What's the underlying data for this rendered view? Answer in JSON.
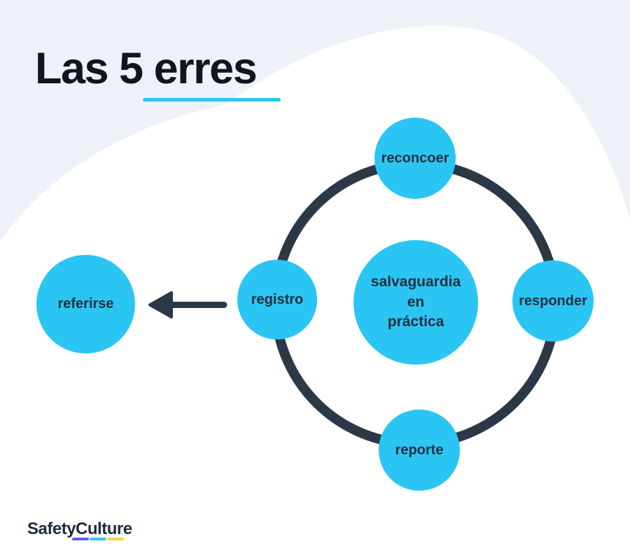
{
  "title": {
    "text": "Las 5 erres"
  },
  "diagram": {
    "center": {
      "label": "salvaguardia en práctica",
      "line1": "salvaguardia en",
      "line2": "práctica"
    },
    "nodes": [
      {
        "id": "reconcoer",
        "label": "reconcoer",
        "position": "top"
      },
      {
        "id": "responder",
        "label": "responder",
        "position": "right"
      },
      {
        "id": "reporte",
        "label": "reporte",
        "position": "bottom"
      },
      {
        "id": "registro",
        "label": "registro",
        "position": "left-on-ring"
      },
      {
        "id": "referirse",
        "label": "referirse",
        "position": "far-left"
      }
    ],
    "arrow": {
      "from": "registro",
      "to": "referirse",
      "direction": "left"
    }
  },
  "brand": {
    "name_part1": "Safety",
    "name_part2": "Culture",
    "underline_colors": [
      "#6559f5",
      "#2fc6f2",
      "#f5d44c"
    ]
  },
  "colors": {
    "page_background": "#eef1f8",
    "blob": "#ffffff",
    "accent_cyan": "#2bc5f4",
    "ring_navy": "#2b3947",
    "node_text_navy": "#22303f",
    "title_text": "#10161f"
  }
}
